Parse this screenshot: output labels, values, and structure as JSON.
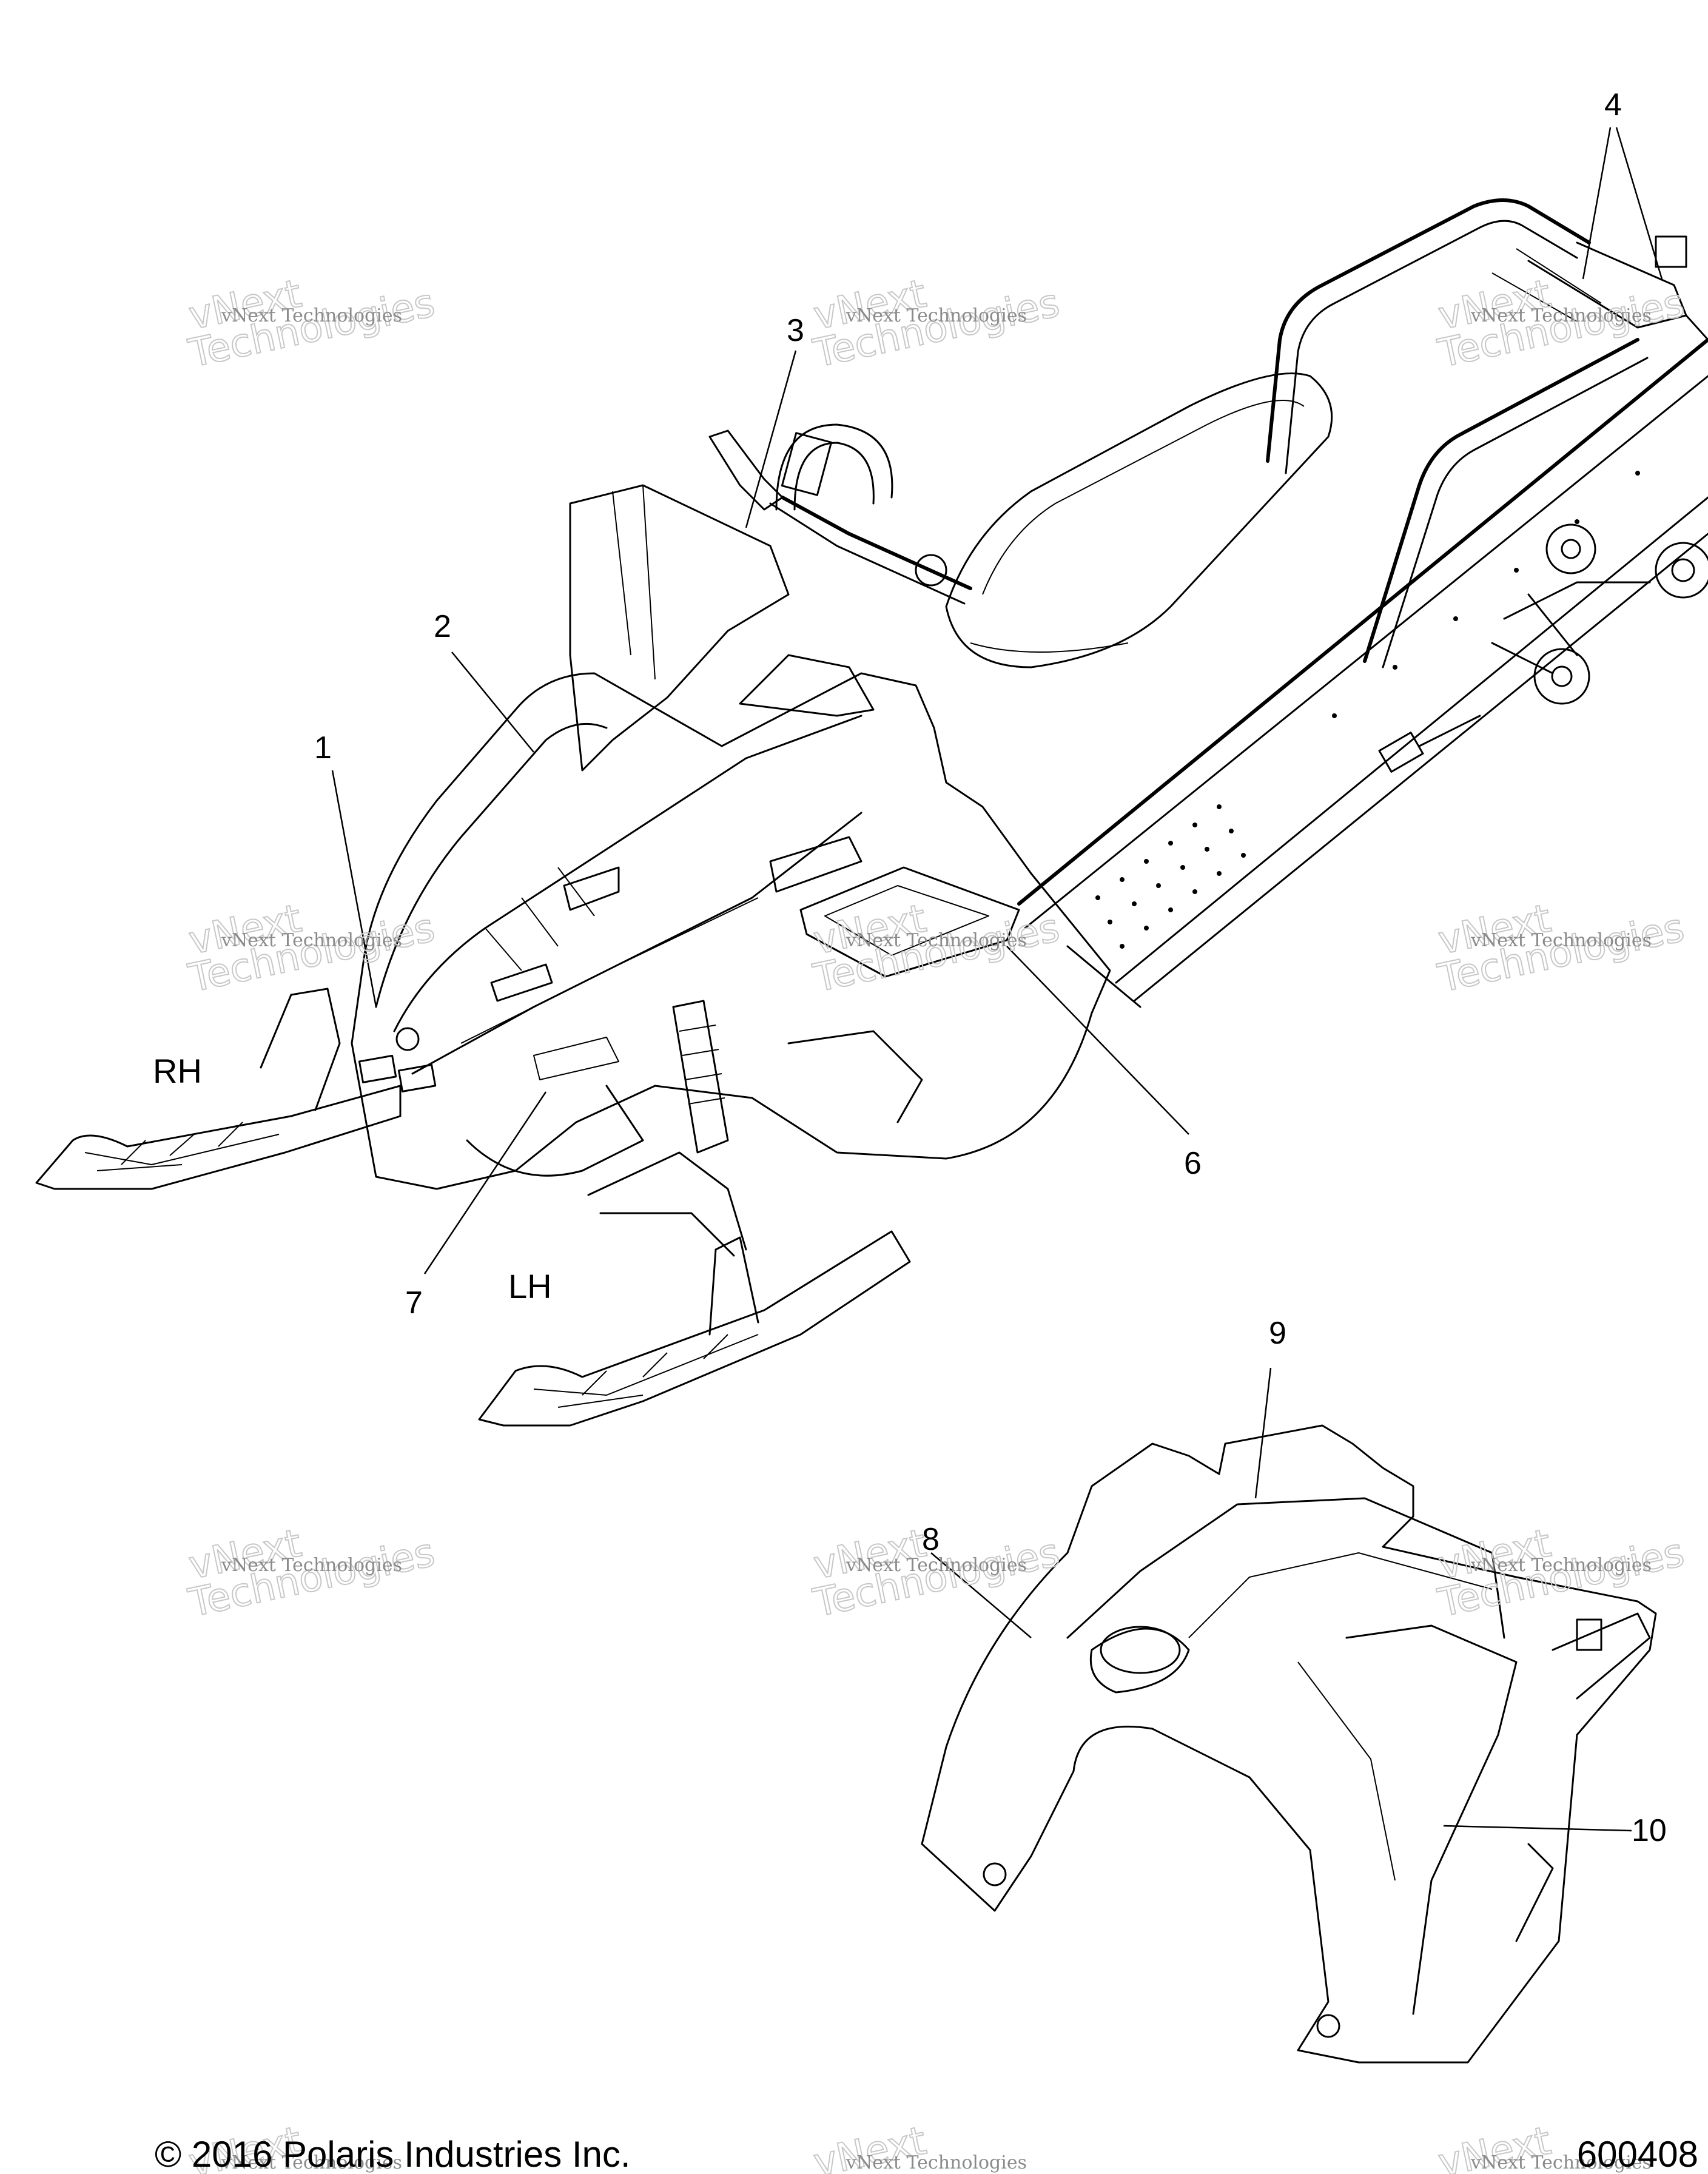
{
  "callouts": {
    "c1": "1",
    "c2": "2",
    "c3": "3",
    "c4": "4",
    "c6": "6",
    "c7": "7",
    "c8": "8",
    "c9": "9",
    "c10": "10"
  },
  "sides": {
    "right": "RH",
    "left": "LH"
  },
  "footer": {
    "copyright": "© 2016 Polaris Industries Inc.",
    "figure_number": "600408"
  },
  "watermark": {
    "small": "vNext Technologies",
    "large_top": "vNext",
    "large_bottom": "Technologies"
  }
}
